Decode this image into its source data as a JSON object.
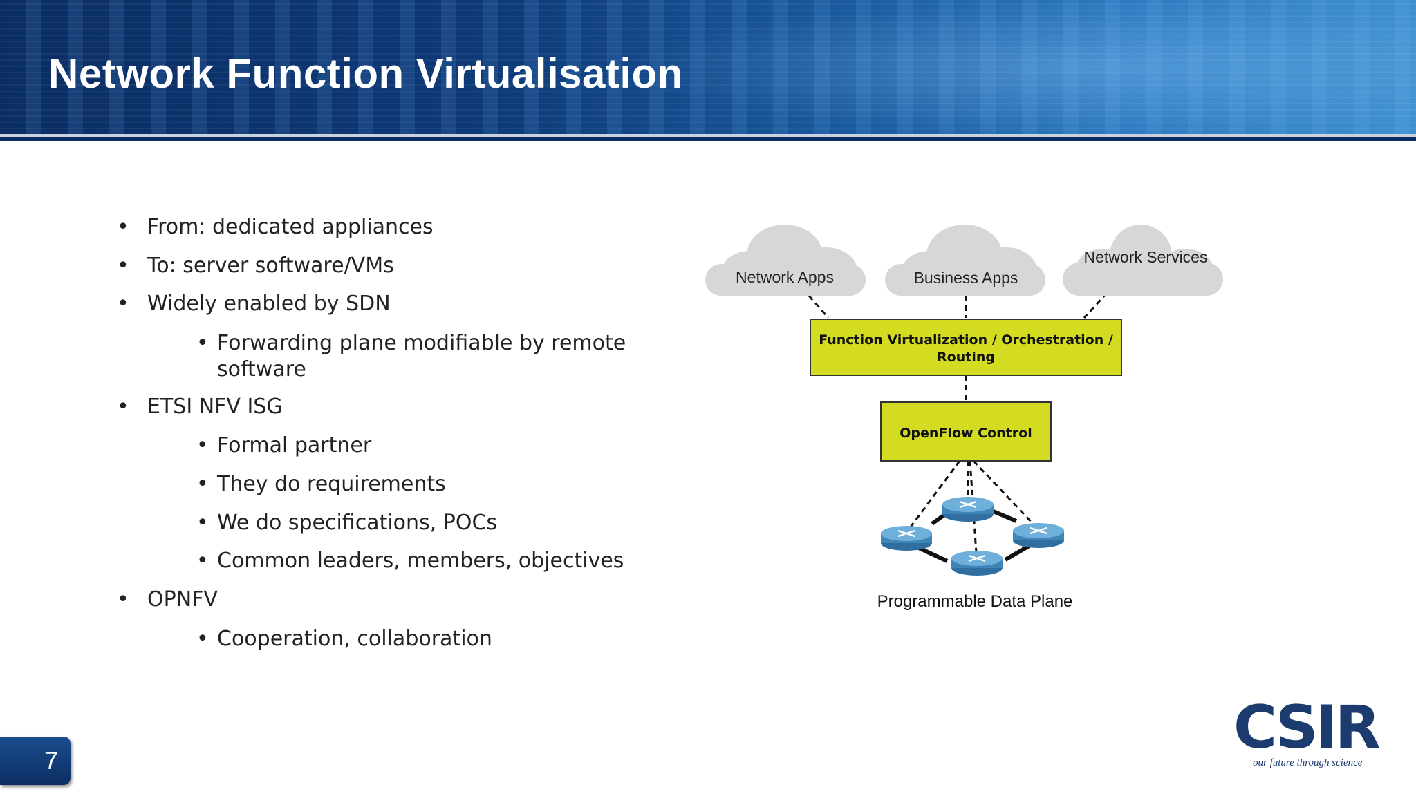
{
  "slide": {
    "title": "Network Function Virtualisation",
    "page_number": "7"
  },
  "bullets": [
    {
      "level": 1,
      "text": "From: dedicated appliances"
    },
    {
      "level": 1,
      "text": "To: server software/VMs"
    },
    {
      "level": 1,
      "text": "Widely enabled by SDN"
    },
    {
      "level": 2,
      "text": "Forwarding plane modifiable by remote"
    },
    {
      "level": 2,
      "text": "software",
      "continuation": true
    },
    {
      "level": 1,
      "text": "ETSI NFV ISG"
    },
    {
      "level": 2,
      "text": "Formal partner"
    },
    {
      "level": 2,
      "text": "They do requirements"
    },
    {
      "level": 2,
      "text": "We do specifications, POCs"
    },
    {
      "level": 2,
      "text": "Common leaders, members, objectives"
    },
    {
      "level": 1,
      "text": "OPNFV"
    },
    {
      "level": 2,
      "text": "Cooperation, collaboration"
    }
  ],
  "bullet_symbol": "•",
  "diagram": {
    "clouds": [
      "Network Apps",
      "Business Apps",
      "Network Services"
    ],
    "orchestration_box": [
      "Function Virtualization / Orchestration /",
      "Routing"
    ],
    "control_box": "OpenFlow Control",
    "data_plane_label": "Programmable Data Plane",
    "box_fill": "#d4dc22",
    "cloud_fill": "#d6d7d9",
    "router_fill": "#3f86b8"
  },
  "logo": {
    "text": "CSIR",
    "tagline": "our future through science",
    "color": "#1c3b6e"
  }
}
